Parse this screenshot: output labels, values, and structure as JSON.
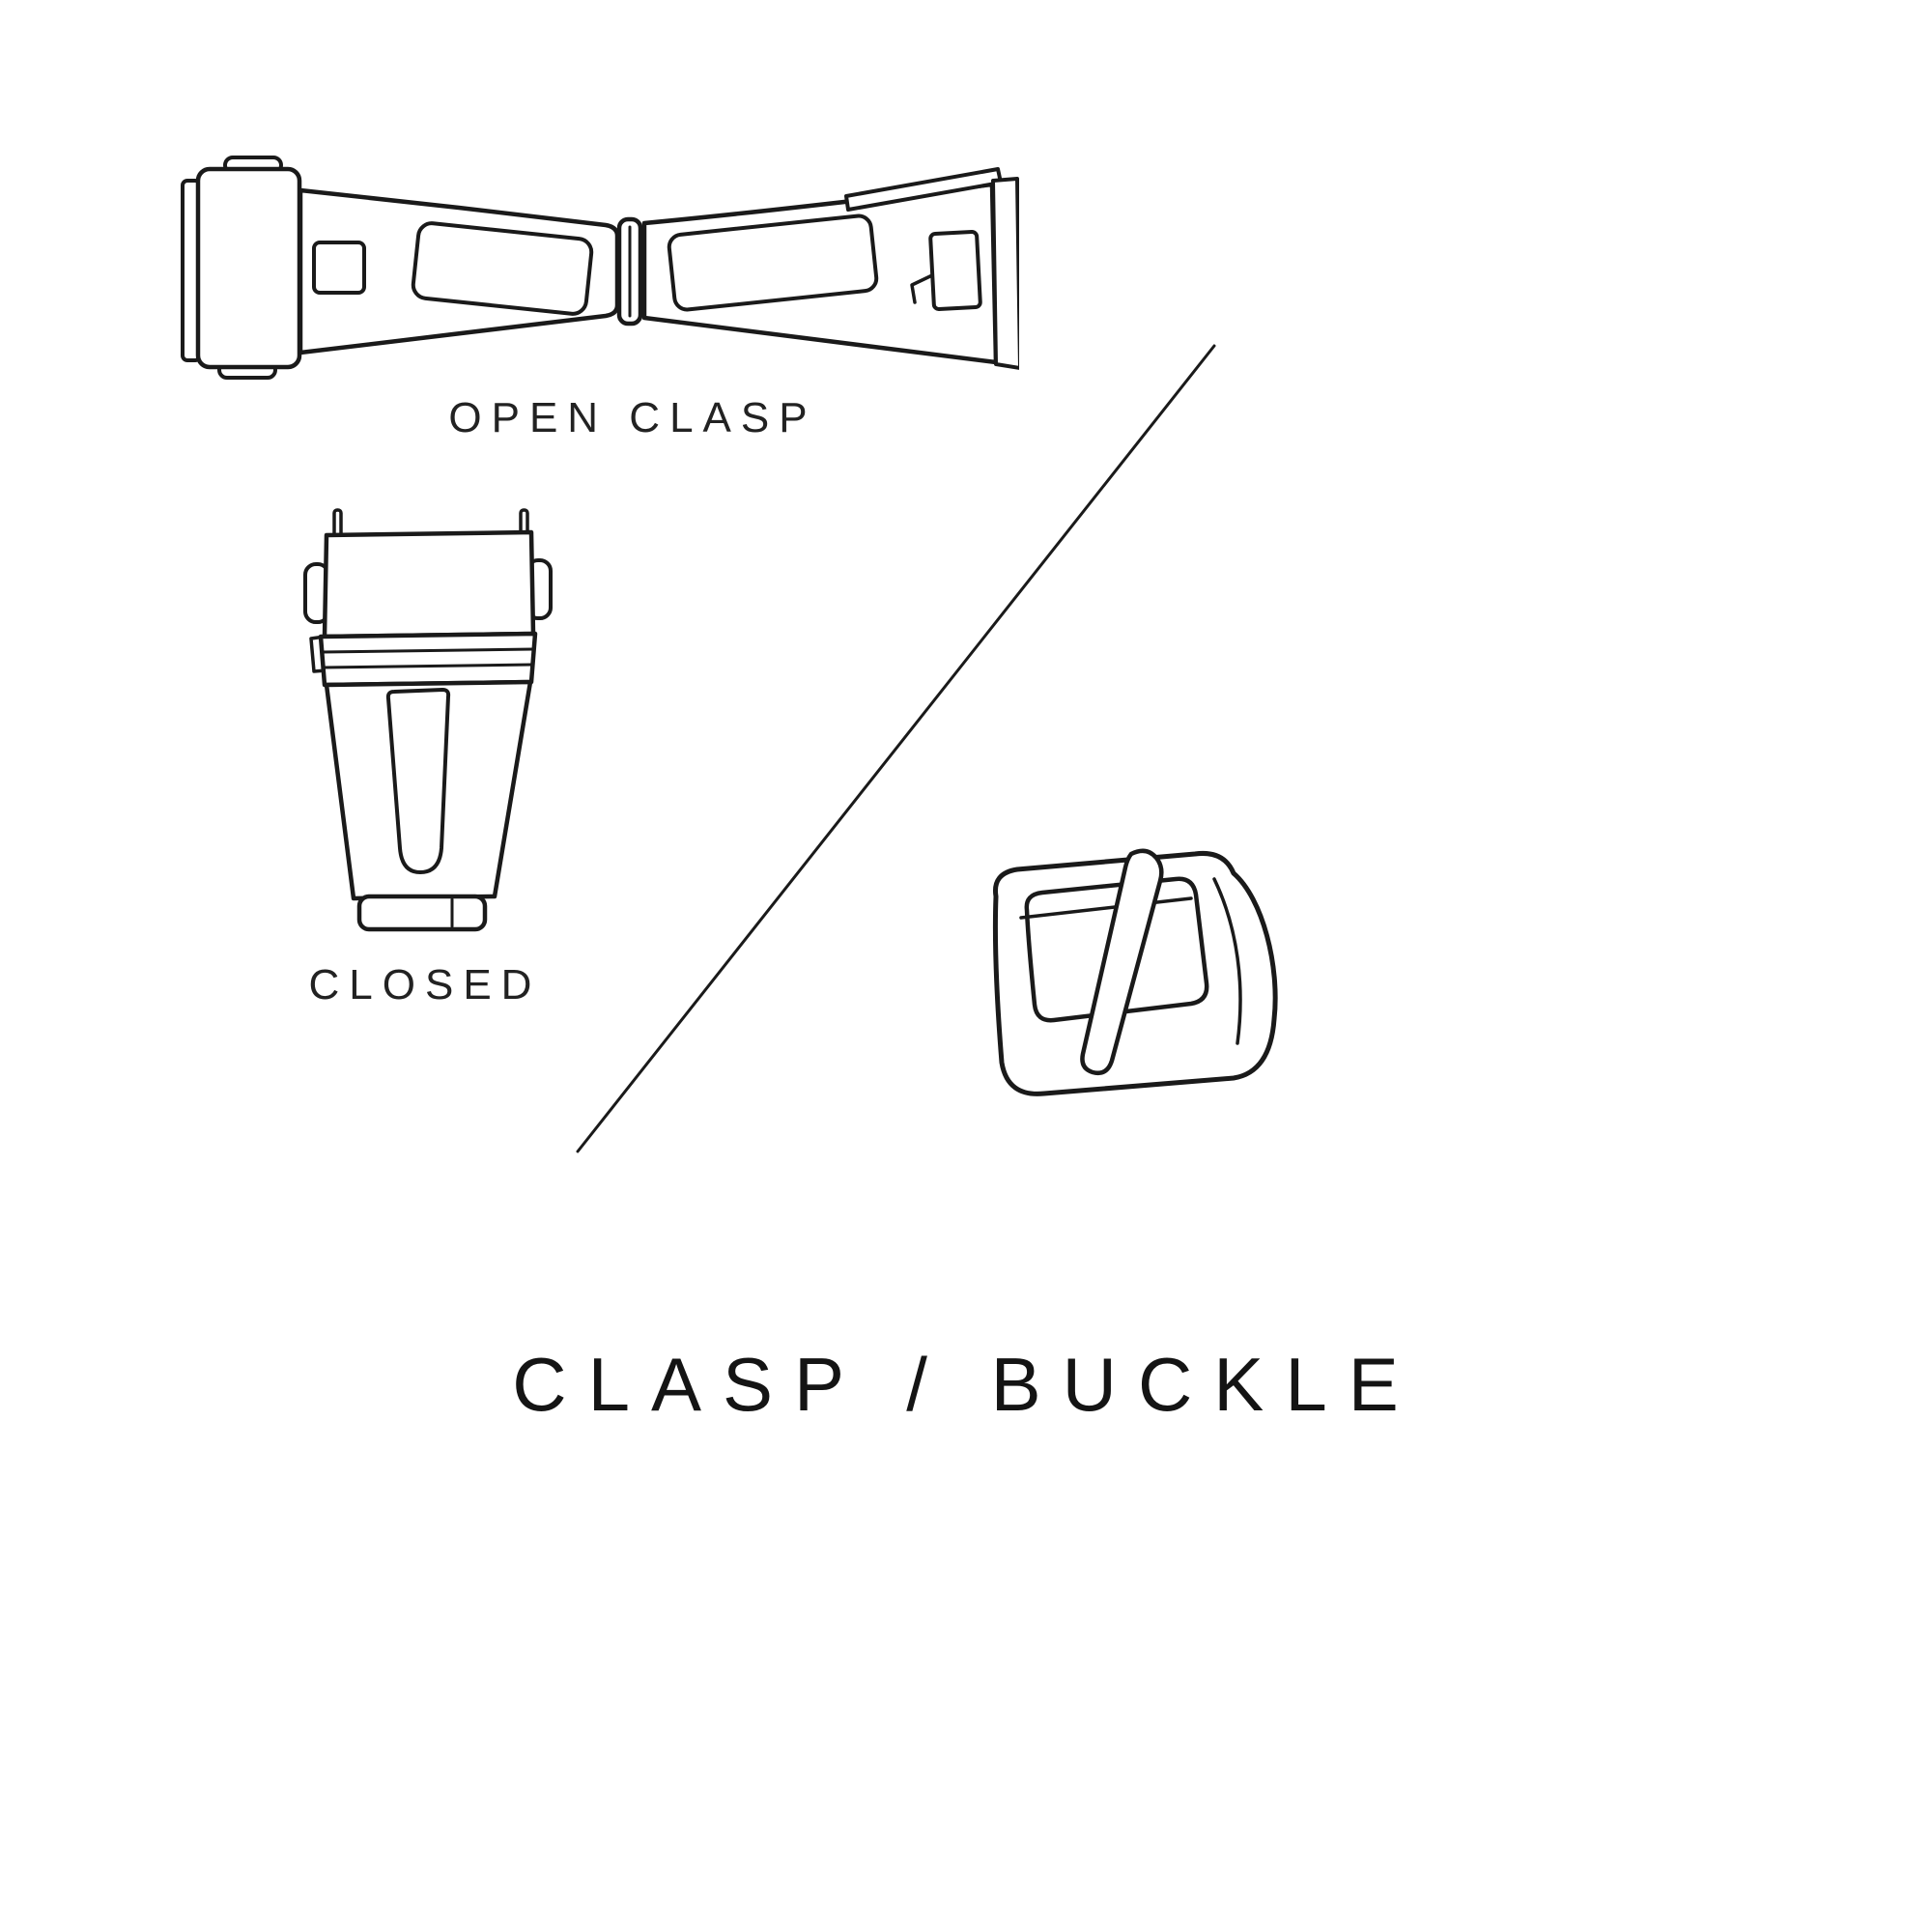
{
  "title": "CLASP / BUCKLE",
  "labels": {
    "open_clasp": "OPEN CLASP",
    "closed": "CLOSED"
  },
  "icons": {
    "open_clasp": "open-clasp-illustration",
    "closed_clasp": "closed-clasp-illustration",
    "buckle": "buckle-illustration",
    "divider": "diagonal-divider-line"
  },
  "colors": {
    "ink": "#1a1a1a",
    "background": "#ffffff"
  }
}
